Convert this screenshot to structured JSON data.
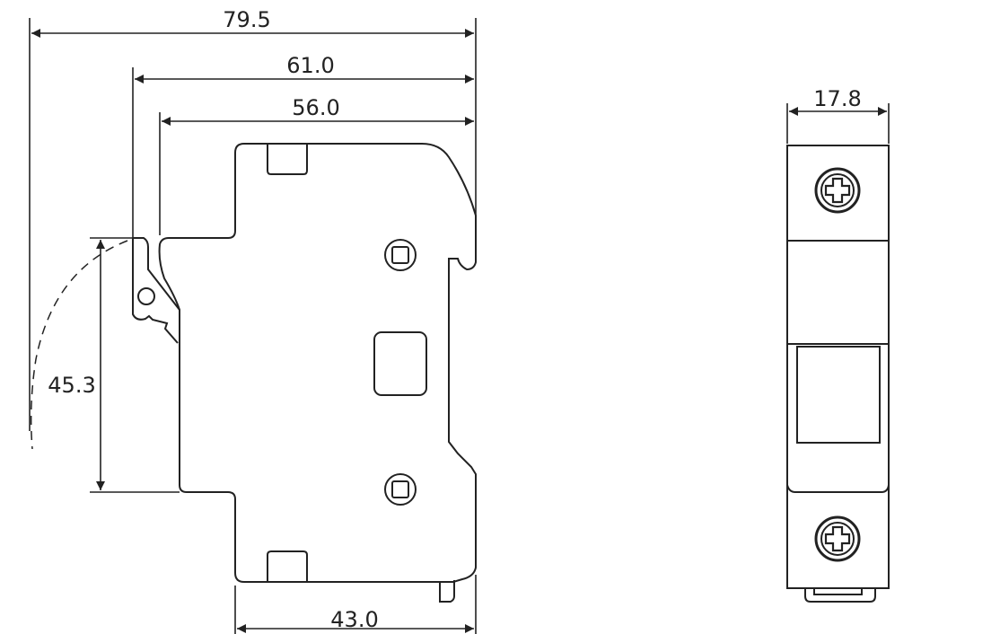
{
  "drawing": {
    "side_view": {
      "dimensions": {
        "overall_depth": "79.5",
        "depth_to_latch": "61.0",
        "depth_to_body": "56.0",
        "latch_height": "45.3",
        "base_width": "43.0"
      }
    },
    "front_view": {
      "dimensions": {
        "width": "17.8"
      }
    },
    "line_color": "#222222"
  }
}
